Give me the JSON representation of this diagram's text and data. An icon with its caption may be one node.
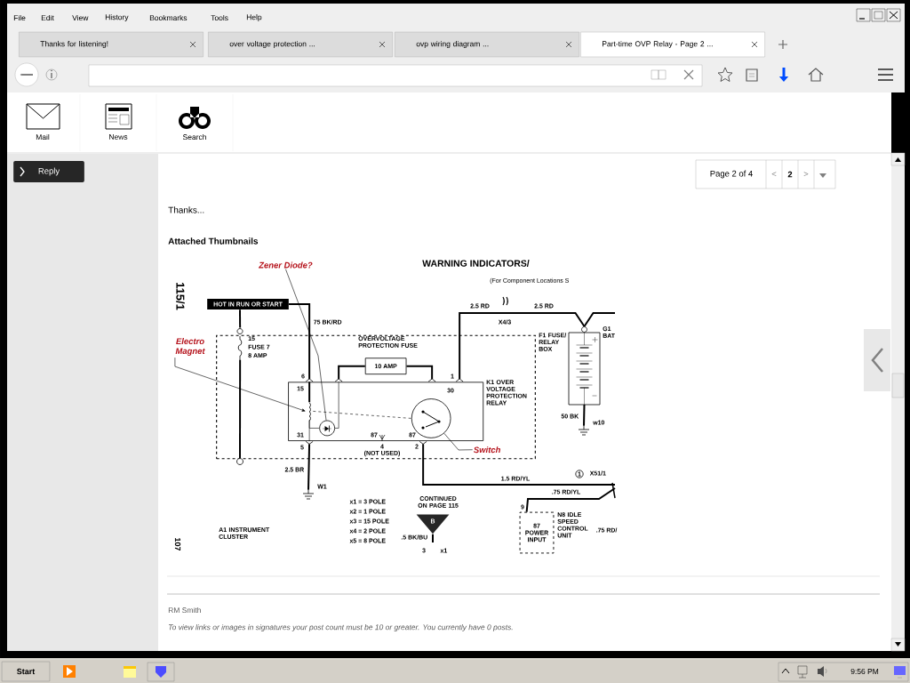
{
  "diagram": {
    "title": "WARNING INDICATORS/",
    "nodes": [
      {
        "text": [
          "HOT IN RUN OR START"
        ]
      },
      {
        "text": [
          "F1 FUSE/ RELAY BOX"
        ]
      },
      {
        "text": [
          "K1 OVER VOLTAGE PROTECTION RELAY"
        ],
        "in": 1
      },
      {
        "text": [
          "OVERVOLTAGE PROTECTION FUSE",
          "10 AMP"
        ],
        "in": 1
      },
      {
        "text": [],
        "shape": "fuse",
        "beside": [
          "15",
          "FUSE 7",
          "8 AMP"
        ],
        "in": 1
      },
      {
        "text": [
          "G1 BAT"
        ]
      },
      {
        "text": [],
        "shape": "ground",
        "beside": [
          "W1"
        ]
      },
      {
        "text": [],
        "shape": "ground",
        "beside": [
          "w10"
        ]
      },
      {
        "text": [
          "B"
        ],
        "beside": [
          "CONTINUED ON PAGE 115"
        ]
      },
      {
        "text": [
          "87 POWER INPUT"
        ],
        "beside": [
          "N8 IDLE SPEED CONTROL UNIT"
        ]
      },
      {
        "text": [
          "Zener Diode?"
        ]
      },
      {
        "text": [],
        "shape": "circle",
        "in": 2
      },
      {
        "text": [
          "Electro Magnet"
        ]
      },
      {
        "text": [],
        "shape": "coil",
        "in": 2
      },
      {
        "text": [
          "Switch"
        ],
        "in": 1
      },
      {
        "text": [],
        "shape": "circle",
        "in": 2
      },
      {
        "text": [],
        "shape": "circle"
      }
    ],
    "edges": [
      {
        "from": 0,
        "to": 2,
        "arrow": "other",
        "label": "75 BK/RD"
      },
      {
        "from": 0,
        "to": 4,
        "arrow": "none"
      },
      {
        "from": 3,
        "to": 2,
        "arrow": "other"
      },
      {
        "from": 3,
        "to": 2,
        "arrow": "other"
      },
      {
        "from": 5,
        "to": 2,
        "arrow": "other",
        "label": "2.5 RD"
      },
      {
        "from": 5,
        "to": null,
        "arrow": "none"
      },
      {
        "from": 2,
        "to": 6,
        "arrow": "other",
        "label": "2.5 BR"
      },
      {
        "from": 5,
        "to": 7,
        "arrow": "none",
        "label": "50 BK"
      },
      {
        "from": 2,
        "to": null,
        "arrow": "other",
        "label": "1.5 RD/YL"
      },
      {
        "from": null,
        "to": 9,
        "arrow": "none",
        "label": ".75 RD/YL"
      },
      {
        "from": 8,
        "to": null,
        "arrow": "none",
        "label": ".5 BK/BU"
      },
      {
        "from": 4,
        "to": 16,
        "arrow": "none"
      },
      {
        "from": 10,
        "to": 11,
        "arrow": "none"
      },
      {
        "from": 12,
        "to": 13,
        "arrow": "to"
      },
      {
        "from": 14,
        "to": 15,
        "arrow": "none"
      },
      {
        "from": 2,
        "to": 13,
        "arrow": "none"
      },
      {
        "from": 13,
        "to": 2,
        "arrow": "none"
      },
      {
        "from": 13,
        "to": 11,
        "arrow": "none"
      },
      {
        "from": 11,
        "to": 2,
        "arrow": "none"
      },
      {
        "from": 13,
        "to": 15,
        "arrow": "none",
        "style": "dashed"
      }
    ],
    "labels": [
      "File",
      "Edit",
      "View",
      "History",
      "Bookmarks",
      "Tools",
      "Help",
      "Thanks for listening!",
      "over voltage protection ...",
      "ovp wiring diagram ...",
      "Part-time OVP Relay - Page 2 ...",
      "Mail",
      "News",
      "Search",
      "Reply",
      "Page 2 of 4",
      "<",
      "2",
      ">",
      "Thanks...",
      "Attached Thumbnails",
      "115/1",
      "(For Component Locations S",
      "2.5 RD",
      "X4/3",
      "6",
      "15",
      "1",
      "30",
      "31",
      "5",
      "87",
      "4",
      "(NOT USED)",
      "87",
      "2",
      "1",
      "X51/1",
      ".75 RD/",
      "9",
      "3",
      "x1",
      "x1 = 3 POLE",
      "x2 = 1 POLE",
      "x3 = 15 POLE",
      "x4 = 2 POLE",
      "x5 = 8 POLE",
      "A1 INSTRUMENT CLUSTER",
      "107",
      "RM Smith",
      "To view links or images in signatures your post count must be 10 or greater. You currently have 0 posts.",
      "Start",
      "9:56 PM"
    ]
  }
}
